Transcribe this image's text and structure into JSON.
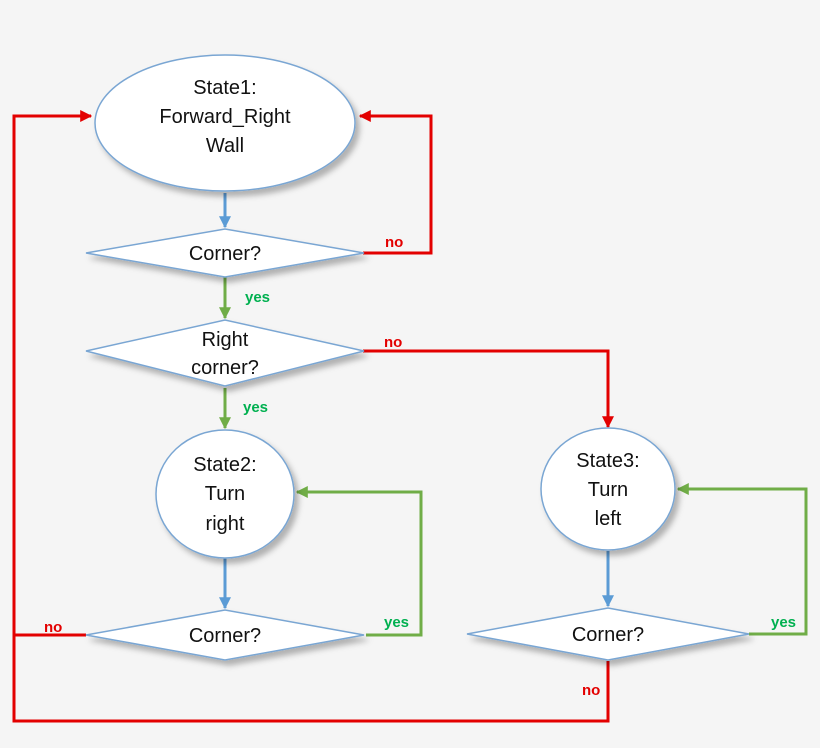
{
  "colors": {
    "background": "#f5f5f5",
    "shape_fill": "#ffffff",
    "shape_stroke": "#7aa6d3",
    "flow_blue": "#5b9bd5",
    "flow_green": "#70ad47",
    "flow_red": "#e30000",
    "text_green": "#00b050",
    "text_red": "#e30000"
  },
  "nodes": {
    "state1": {
      "line1": "State1:",
      "line2": "Forward_Right",
      "line3": "Wall"
    },
    "decision_corner1": {
      "text": "Corner?"
    },
    "decision_right_corner": {
      "line1": "Right",
      "line2": "corner?"
    },
    "state2": {
      "line1": "State2:",
      "line2": "Turn",
      "line3": "right"
    },
    "decision_corner2": {
      "text": "Corner?"
    },
    "state3": {
      "line1": "State3:",
      "line2": "Turn",
      "line3": "left"
    },
    "decision_corner3": {
      "text": "Corner?"
    }
  },
  "edge_labels": {
    "corner1_no": "no",
    "corner1_yes": "yes",
    "right_corner_no": "no",
    "right_corner_yes": "yes",
    "corner2_no": "no",
    "corner2_yes": "yes",
    "corner3_yes": "yes",
    "corner3_no": "no"
  }
}
